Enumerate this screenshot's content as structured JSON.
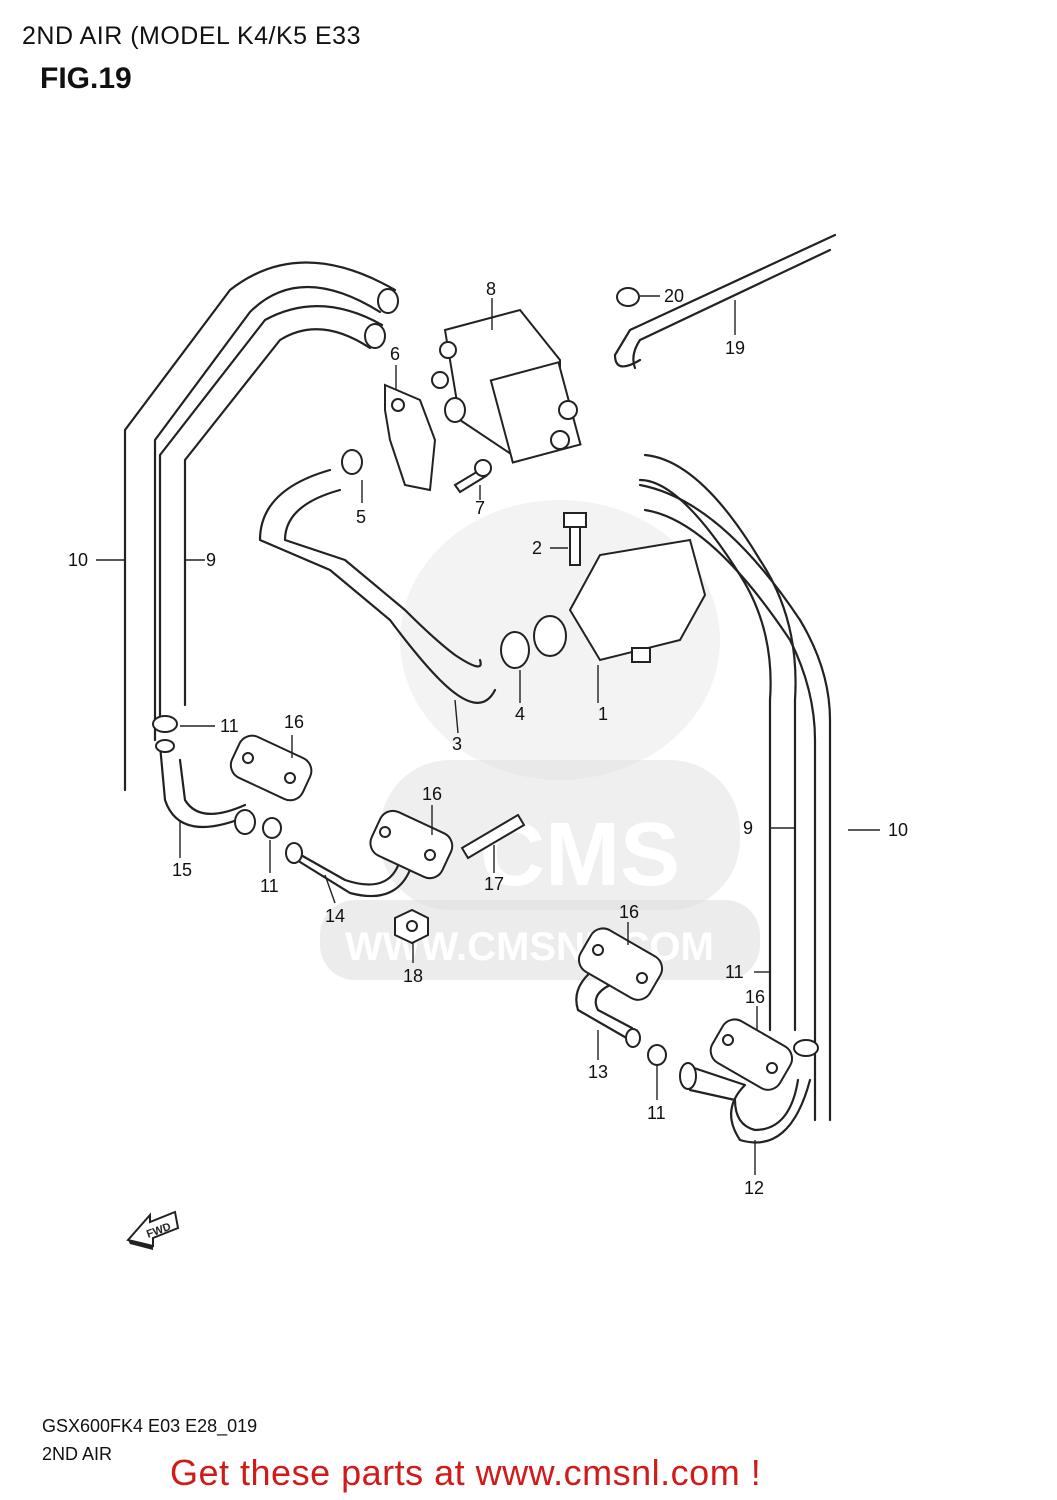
{
  "header": {
    "title": "2ND AIR (MODEL K4/K5 E33",
    "fig": "FIG.19"
  },
  "watermark": {
    "brand": "CMS",
    "url": "WWW.CMSNL.COM"
  },
  "callouts": [
    "1",
    "2",
    "3",
    "4",
    "5",
    "6",
    "7",
    "8",
    "9",
    "9",
    "10",
    "10",
    "11",
    "11",
    "11",
    "11",
    "12",
    "13",
    "14",
    "15",
    "16",
    "16",
    "16",
    "16",
    "17",
    "18",
    "19",
    "20"
  ],
  "fwd_label": "FWD",
  "footer": {
    "code": "GSX600FK4 E03 E28_019",
    "subtitle": "2ND AIR",
    "cta": "Get these parts at www.cmsnl.com !"
  },
  "colors": {
    "cta": "#d11a1a",
    "line": "#222222",
    "watermark": "#d9d9d9"
  }
}
